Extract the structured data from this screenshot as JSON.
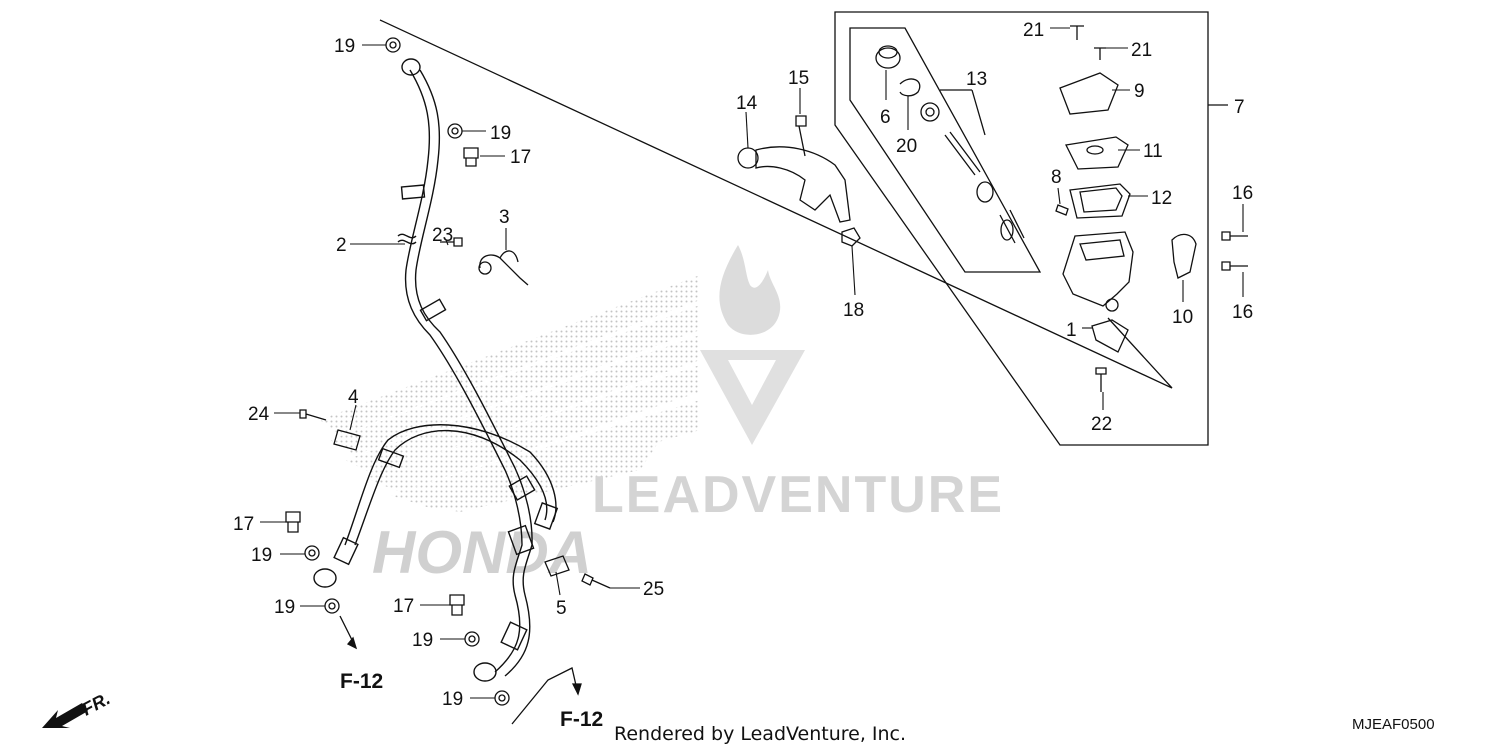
{
  "diagram": {
    "callouts": {
      "c1": "1",
      "c2": "2",
      "c3": "3",
      "c4": "4",
      "c5": "5",
      "c6": "6",
      "c7": "7",
      "c8": "8",
      "c9": "9",
      "c10": "10",
      "c11": "11",
      "c12": "12",
      "c13": "13",
      "c14": "14",
      "c15": "15",
      "c16a": "16",
      "c16b": "16",
      "c17a": "17",
      "c17b": "17",
      "c17c": "17",
      "c18": "18",
      "c19a": "19",
      "c19b": "19",
      "c19c": "19",
      "c19d": "19",
      "c19e": "19",
      "c19f": "19",
      "c20": "20",
      "c21a": "21",
      "c21b": "21",
      "c22": "22",
      "c23": "23",
      "c24": "24",
      "c25": "25"
    },
    "refs": {
      "left": "F-12",
      "bottom": "F-12"
    },
    "front_arrow_label": "FR.",
    "diagram_code": "MJEAF0500",
    "credit": "Rendered by LeadVenture, Inc.",
    "watermark": {
      "brand": "LEADVENTURE",
      "logo": "HONDA"
    }
  },
  "colors": {
    "line": "#111111",
    "watermark": "#d0d0d0",
    "dots": "#c8c8c8"
  }
}
